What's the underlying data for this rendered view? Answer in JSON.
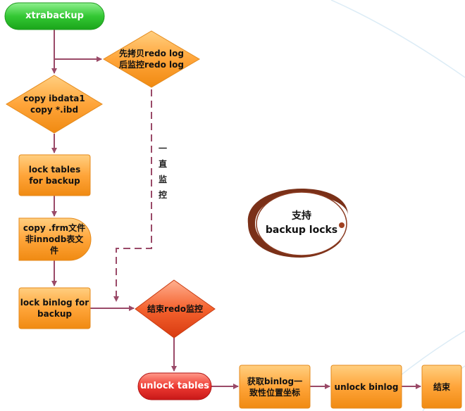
{
  "nodes": {
    "start": "xtrabackup",
    "copy_redo": "先拷贝redo  log\n后监控redo  log",
    "copy_ibdata": "copy ibdata1\ncopy *.ibd",
    "lock_tables": "lock  tables\nfor backup",
    "copy_frm": "copy .frm文件\n非innodb表文\n件",
    "lock_binlog": "lock binlog for\nbackup",
    "end_redo": "结束redo监控",
    "unlock_tables": "unlock tables",
    "get_binlog": "获取binlog一\n致性位置坐标",
    "unlock_binlog": "unlock binlog",
    "finish": "结束"
  },
  "monitor_label": "一直监控",
  "callout": "支持\nbackup locks",
  "colors": {
    "green": "#28c828",
    "orange": "#ffa53a",
    "red": "#e82a2a",
    "connector": "#9a4a68"
  }
}
